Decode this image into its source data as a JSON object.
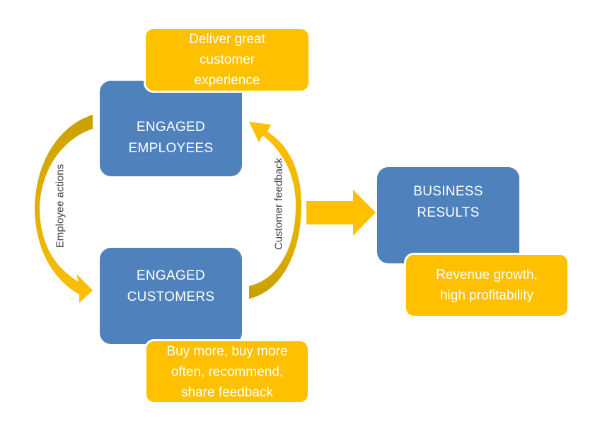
{
  "diagram": {
    "nodes": {
      "engaged_employees": {
        "label": "ENGAGED\nEMPLOYEES"
      },
      "engaged_customers": {
        "label": "ENGAGED\nCUSTOMERS"
      },
      "business_results": {
        "label": "BUSINESS\nRESULTS"
      }
    },
    "callouts": {
      "employees_note": {
        "label": "Deliver great\ncustomer\nexperience"
      },
      "customers_note": {
        "label": "Buy more, buy more\noften, recommend,\nshare feedback"
      },
      "results_note": {
        "label": "Revenue growth,\nhigh profitability"
      }
    },
    "edges": {
      "employee_actions": {
        "label": "Employee  actions",
        "from": "ENGAGED EMPLOYEES",
        "to": "ENGAGED CUSTOMERS"
      },
      "customer_feedback": {
        "label": "Customer feedback",
        "from": "ENGAGED CUSTOMERS",
        "to": "ENGAGED EMPLOYEES"
      },
      "to_results": {
        "label": "",
        "from": "engagement loop",
        "to": "BUSINESS RESULTS"
      }
    },
    "colors": {
      "node_blue": "#4f81bd",
      "callout_yellow": "#ffc000",
      "arrow_dark_gold": "#c9a000",
      "arrow_yellow": "#ffc000",
      "edge_label_text": "#404040"
    }
  }
}
